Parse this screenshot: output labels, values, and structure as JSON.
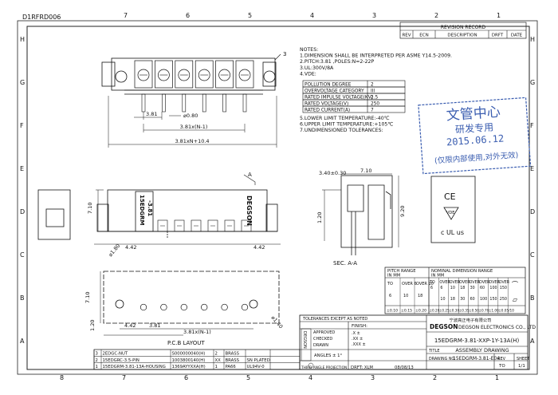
{
  "header": {
    "doc_code": "D1RFRD006"
  },
  "border": {
    "columns_top": [
      "7",
      "6",
      "5",
      "4",
      "3",
      "2",
      "1"
    ],
    "columns_bottom": [
      "8",
      "7",
      "6",
      "5",
      "4",
      "3",
      "2",
      "1"
    ],
    "rows_left": [
      "H",
      "G",
      "F",
      "E",
      "D",
      "C",
      "B",
      "A"
    ],
    "rows_right": [
      "H",
      "G",
      "F",
      "E",
      "D",
      "C",
      "B",
      "A"
    ]
  },
  "revision": {
    "title": "REVISION RECORD",
    "headers": [
      "REV",
      "ECN",
      "DESCRIPTION",
      "DRFT",
      "DATE"
    ]
  },
  "notes": {
    "lines": [
      "NOTES:",
      "1.DIMENSION SHALL BE INTERPRETED PER ASME Y14.5-2009.",
      "2.PITCH:3.81 ,POLES:N=2-22P",
      "3.UL:300V/8A",
      "4.VDE:"
    ],
    "vde_rows": [
      [
        "POLLUTION DEGREE",
        "2"
      ],
      [
        "OVERVOLTAGE CATEGORY",
        "III"
      ],
      [
        "RATED IMPULSE VOLTAGE(KV)",
        "2.5"
      ],
      [
        "RATED VOLTAGE(V)",
        "250"
      ],
      [
        "RATED CURRENT(A)",
        "7"
      ]
    ],
    "tail": [
      "5.LOWER LIMIT TEMPERATURE:-40℃",
      "6.UPPER LIMIT TEMPERATURE:+105℃",
      "7.UNDIMENSIONED TOLERANCES:"
    ]
  },
  "stamp": {
    "line1": "文管中心",
    "line2": "研发专用",
    "date": "2015.06.12",
    "line3": "(仅限内部使用,对外无效)"
  },
  "dims": {
    "callout_3": "3",
    "pitch": "3.81",
    "pin_dia": "0.80",
    "span_n1": "3.81x(N-1)",
    "span_total": "3.81xN+10.4",
    "side_offset": "3.40±0.30",
    "side_width": "7.10",
    "side_a": "A",
    "front_height": "7.10",
    "hole_dia": "1.80",
    "edge_left": "4.42",
    "edge_right": "4.42",
    "side_h1": "1.20",
    "side_h2": "9.20",
    "section_label": "SEC. A-A",
    "pcb_height": "7.10",
    "pcb_edge": "4.42",
    "pcb_pitch": "3.81",
    "pcb_span": "3.81x(N-1)",
    "pcb_bottom": "1.20",
    "pcb_hole": "1.40",
    "pcb_label": "P.C.B LAYOUT"
  },
  "body_text": {
    "vertical_label": "15EDGRM",
    "vertical_sub": "-3.81",
    "brand": "DEGSON"
  },
  "marks": {
    "ce": "CE",
    "vde": "VDE",
    "ul": "c UL us"
  },
  "tolerance": {
    "pitch_range": "PITCH RANGE",
    "in_mm": "IN MM",
    "nominal": "NOMINAL DIMENSION RANGE",
    "nom_in_mm": "IN MM",
    "pitch_cols": [
      "TO",
      "OVER 6",
      "OVER 10"
    ],
    "pitch_vals": [
      "6",
      "10",
      "18"
    ],
    "nom_cols": [
      "TO 6",
      "OVER 6",
      "OVER 10",
      "OVER 18",
      "OVER 30",
      "OVER 60",
      "OVER 100",
      "OVER 150"
    ],
    "nom_vals": [
      "",
      "10",
      "18",
      "30",
      "60",
      "100",
      "150",
      "250"
    ],
    "pitch_tol": [
      "±0.10",
      "±0.15",
      "±0.20"
    ],
    "nom_tol": [
      "±0.20",
      "±0.25",
      "±0.30",
      "±0.35",
      "±0.50",
      "±0.70",
      "±1.00",
      "±0.05/10"
    ],
    "symbols": [
      "⌒",
      "▱"
    ]
  },
  "title_block": {
    "company_cn": "宁波高正电子有限公司",
    "company_en": "DEGSON ELECTRONICS CO., LTD",
    "logo": "DEGSON",
    "tol_note": "TOLERANCES EXCEPT AS NOTED",
    "finish": "FINISH:",
    "part_no": "15EDGRM-3.81-XXP-1Y-13A(H)",
    "angles": "ANGLES ± 1°",
    "tol_x": ".X ±",
    "tol_xx": ".XX ±",
    "tol_xxx": ".XXX ±",
    "approved": "APPROVED",
    "checked": "CHECKED",
    "drawn": "DRAWN",
    "title_label": "TITLE",
    "title": "ASSEMBLY DRAWING",
    "drawing_no_label": "DRAWING NO.",
    "drawing_no": "15EDGRM-3.81-E04",
    "rev_label": "REV",
    "rev_value": "TO",
    "sheet_label": "SHEET",
    "sheet_value": "1/1",
    "projection": "THIRD ANGLE PROJECTION",
    "drft": "DRFT: XLM",
    "drft_date": "08/08/13",
    "side_label": "DEGSON"
  },
  "bom": [
    {
      "no": "3",
      "name": "2EDGC-NUT",
      "part": "S000000040(H)",
      "qty": "2",
      "mat": "BRASS",
      "finish": ""
    },
    {
      "no": "2",
      "name": "15EDGRC-3.5-PIN",
      "part": "1003800140(H)",
      "qty": "XX",
      "mat": "BRASS",
      "finish": "SN PLATED"
    },
    {
      "no": "1",
      "name": "15EDGRM-3.81-13A-HOUSING",
      "part": "1369AYYXXA(H)",
      "qty": "1",
      "mat": "PA66",
      "finish": "UL94V-0"
    }
  ]
}
